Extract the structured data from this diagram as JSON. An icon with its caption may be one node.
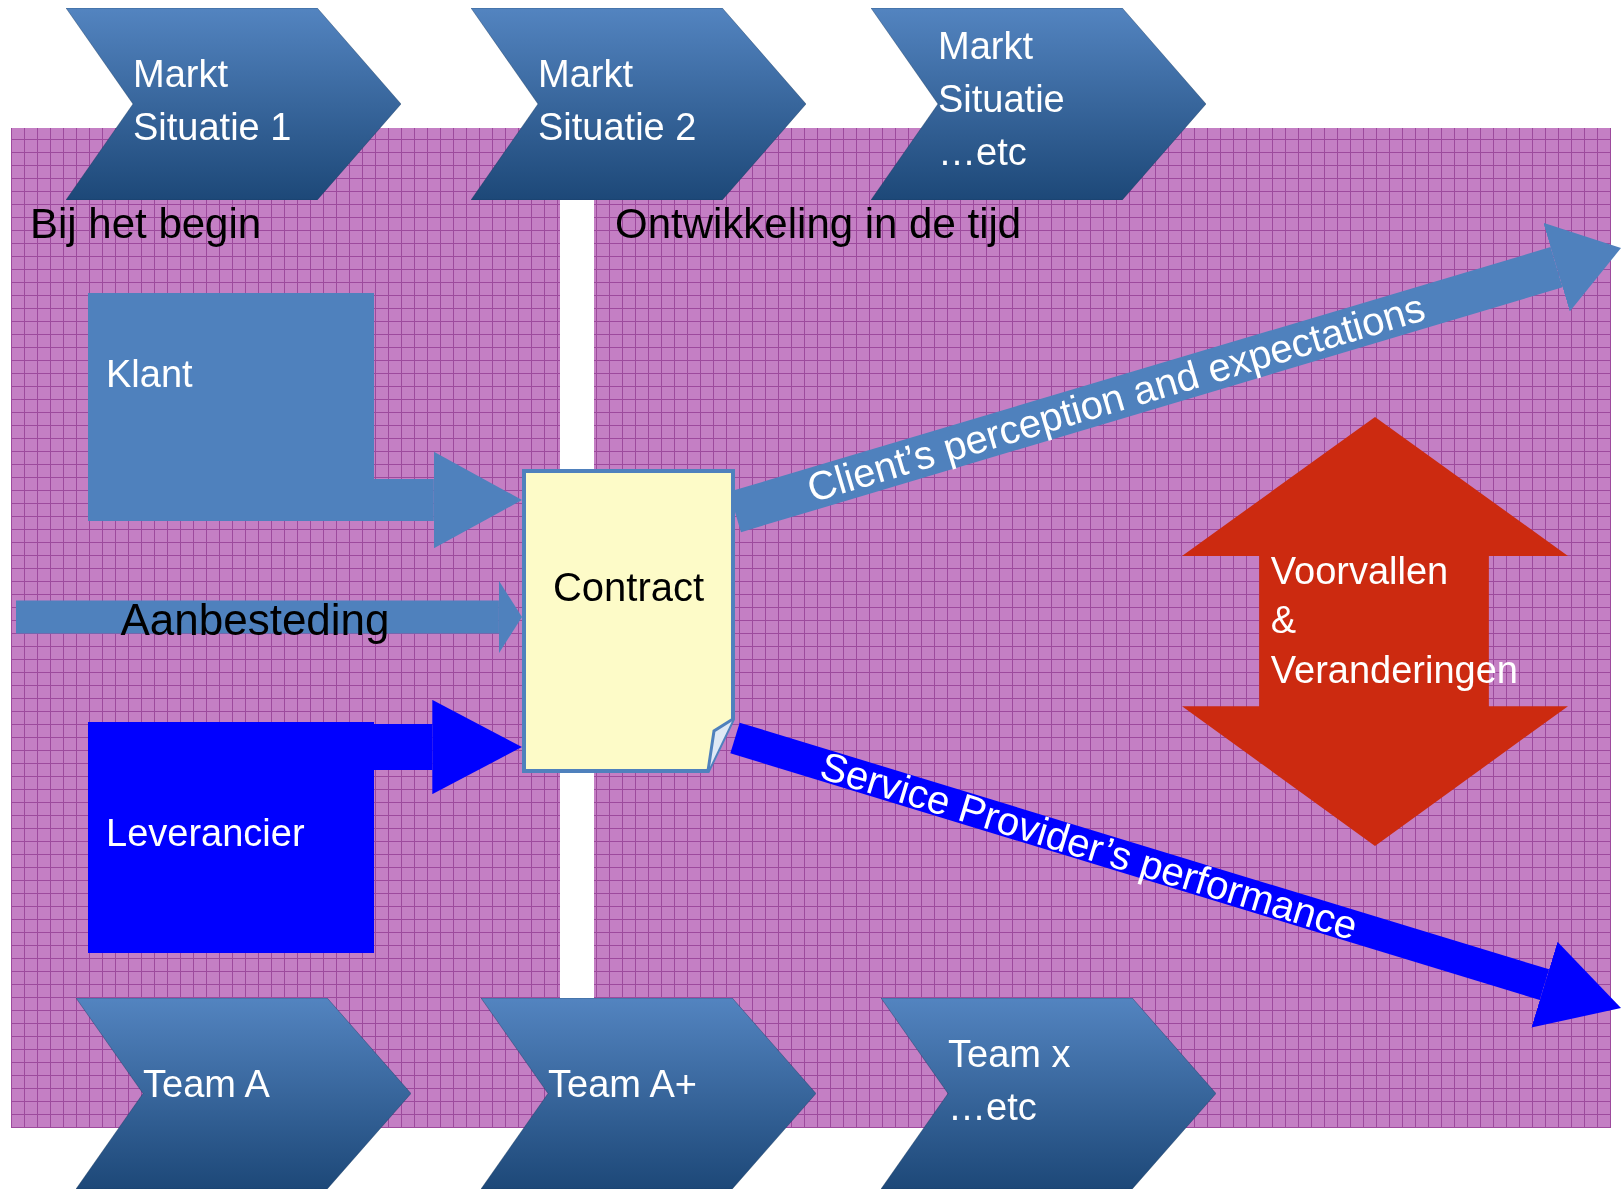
{
  "diagram": {
    "nodes": [
      {
        "text": [
          "Markt Situatie 1"
        ]
      },
      {
        "text": [
          "Markt Situatie 2"
        ]
      },
      {
        "text": [
          "Markt Situatie …etc"
        ]
      },
      {
        "text": [
          "Klant"
        ]
      },
      {
        "text": [
          "Contract"
        ]
      },
      {
        "text": [
          "Leverancier"
        ]
      },
      {
        "text": [
          "Voorvallen & Veranderingen"
        ]
      },
      {
        "text": [
          "Team A"
        ]
      },
      {
        "text": [
          "Team A+"
        ]
      },
      {
        "text": [
          "Team x …etc"
        ]
      },
      {
        "text": [],
        "shape": "bar"
      }
    ],
    "edges": [
      {
        "from": 3,
        "to": 4,
        "arrow": "to"
      },
      {
        "from": null,
        "to": 4,
        "arrow": "to",
        "label": "Aanbesteding"
      },
      {
        "from": 5,
        "to": 4,
        "arrow": "to",
        "color": "#0000ff"
      },
      {
        "from": 4,
        "to": null,
        "arrow": "to",
        "label": "Client’s perception and expectations"
      },
      {
        "from": 4,
        "to": null,
        "arrow": "to",
        "label": "Service Provider’s performance",
        "color": "#0000ff"
      }
    ],
    "labels": [
      "Bij het begin",
      "Ontwikkeling in de tijd"
    ]
  }
}
